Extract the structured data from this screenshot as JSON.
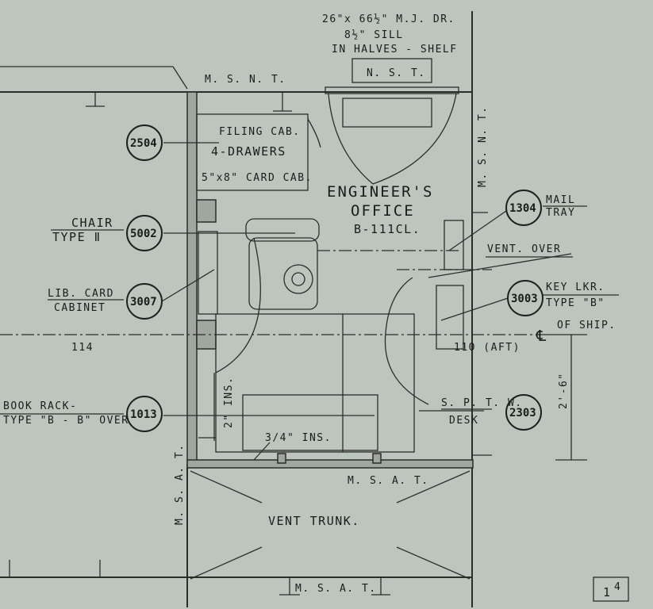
{
  "top_labels": {
    "door_line1": "26\"x 66½\" M.J. DR.",
    "door_line2": "8½\" SILL",
    "door_line3": "IN HALVES - SHELF",
    "nst": "N. S. T.",
    "msnt_top": "M. S. N. T.",
    "msnt_right": "M. S. N. T."
  },
  "room": {
    "title_line1": "ENGINEER'S",
    "title_line2": "OFFICE",
    "title_line3": "B-111CL."
  },
  "filing": {
    "line1": "FILING CAB.",
    "line2": "4-DRAWERS",
    "line3": "5\"x8\" CARD CAB."
  },
  "callouts": {
    "b2504": "2504",
    "b5002": "5002",
    "b3007": "3007",
    "b1013": "1013",
    "b1304": "1304",
    "b3003": "3003",
    "b2303": "2303"
  },
  "left_labels": {
    "chair1": "CHAIR",
    "chair2": "TYPE Ⅱ",
    "lib1": "LIB. CARD",
    "lib2": "CABINET",
    "book1": "BOOK RACK-",
    "book2": "TYPE \"B - B\" OVER"
  },
  "right_labels": {
    "mail": "MAIL",
    "tray": "TRAY",
    "vent_over": "VENT. OVER",
    "key1": "KEY LKR.",
    "key2": "TYPE \"B\"",
    "desk1": "S. P. T. W.",
    "desk2": "DESK",
    "ship": "OF SHIP.",
    "cl": "℄",
    "frame_aft": "110 (AFT)",
    "dim_right": "2'-6\""
  },
  "frames": {
    "f114": "114"
  },
  "dims": {
    "ins2": "2\" INS.",
    "ins34": "3/4\" INS."
  },
  "bottom": {
    "msat_mid": "M. S. A. T.",
    "msat_left": "M. S. A. T.",
    "msat_bottom": "M. S. A. T.",
    "vent_trunk": "VENT TRUNK.",
    "sheet_no": "1",
    "sheet_sup": "4"
  }
}
